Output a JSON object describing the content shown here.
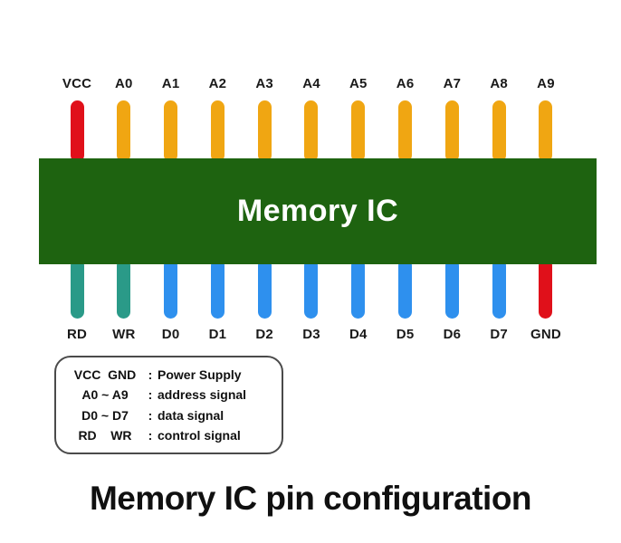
{
  "diagram": {
    "chip_label": "Memory IC",
    "title": "Memory IC pin configuration"
  },
  "pins": {
    "top": [
      {
        "label": "VCC",
        "type": "power"
      },
      {
        "label": "A0",
        "type": "address"
      },
      {
        "label": "A1",
        "type": "address"
      },
      {
        "label": "A2",
        "type": "address"
      },
      {
        "label": "A3",
        "type": "address"
      },
      {
        "label": "A4",
        "type": "address"
      },
      {
        "label": "A5",
        "type": "address"
      },
      {
        "label": "A6",
        "type": "address"
      },
      {
        "label": "A7",
        "type": "address"
      },
      {
        "label": "A8",
        "type": "address"
      },
      {
        "label": "A9",
        "type": "address"
      }
    ],
    "bottom": [
      {
        "label": "RD",
        "type": "control"
      },
      {
        "label": "WR",
        "type": "control"
      },
      {
        "label": "D0",
        "type": "data"
      },
      {
        "label": "D1",
        "type": "data"
      },
      {
        "label": "D2",
        "type": "data"
      },
      {
        "label": "D3",
        "type": "data"
      },
      {
        "label": "D4",
        "type": "data"
      },
      {
        "label": "D5",
        "type": "data"
      },
      {
        "label": "D6",
        "type": "data"
      },
      {
        "label": "D7",
        "type": "data"
      },
      {
        "label": "GND",
        "type": "power"
      }
    ]
  },
  "legend": {
    "rows": [
      {
        "names": "VCC  GND",
        "sep": ":",
        "desc": "Power Supply"
      },
      {
        "names": "A0 ~ A9",
        "sep": ":",
        "desc": "address signal"
      },
      {
        "names": "D0 ~ D7",
        "sep": ":",
        "desc": "data signal"
      },
      {
        "names": "RD    WR",
        "sep": ":",
        "desc": "control signal"
      }
    ]
  },
  "colors": {
    "power": "#e0101a",
    "address": "#f0a612",
    "data": "#2e90ee",
    "control": "#2a9a88",
    "chip_body": "#1e6310",
    "legend_border": "#4a4a4a"
  }
}
